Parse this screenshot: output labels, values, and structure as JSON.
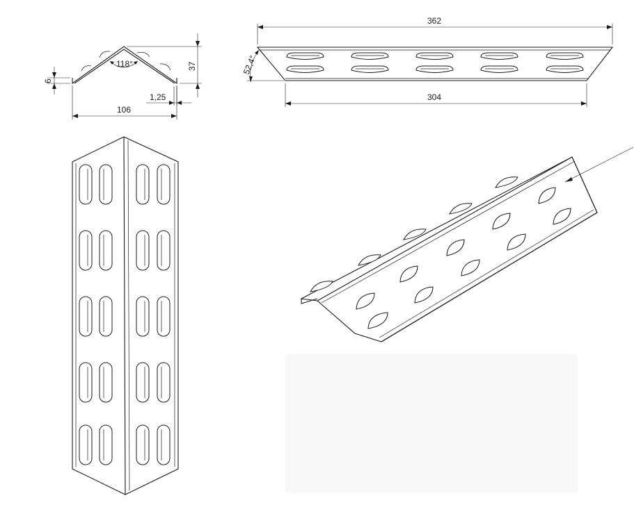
{
  "dimensions": {
    "angle_apex": "118°",
    "height_total": "37",
    "flange_height": "6",
    "base_width": "106",
    "thickness": "1,25",
    "length_top": "362",
    "length_bottom": "304",
    "end_angle": "52,4°"
  }
}
